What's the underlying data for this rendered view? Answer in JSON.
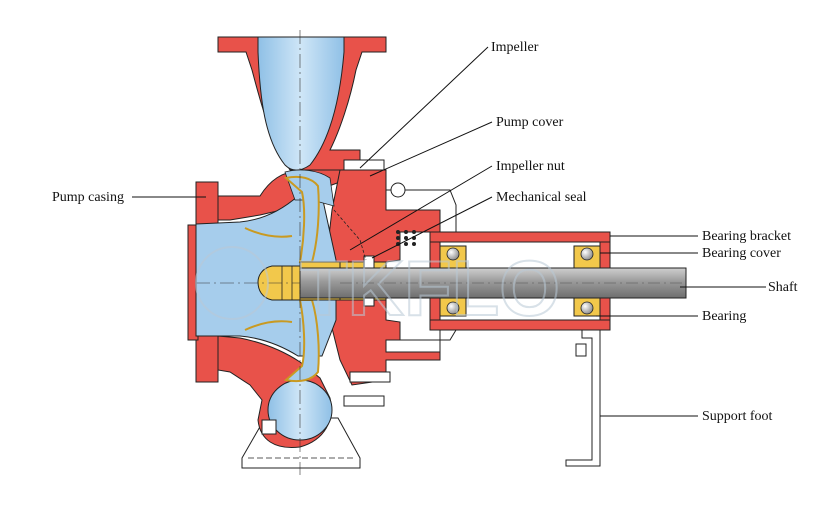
{
  "labels": {
    "impeller": "Impeller",
    "pump_cover": "Pump cover",
    "impeller_nut": "Impeller nut",
    "mechanical_seal": "Mechanical seal",
    "pump_casing": "Pump casing",
    "bearing_bracket": "Bearing bracket",
    "bearing_cover": "Bearing cover",
    "shaft": "Shaft",
    "bearing": "Bearing",
    "support_foot": "Support foot"
  },
  "watermark": "TKFLO",
  "colors": {
    "casing_red": "#e8524a",
    "fluid_blue": "#8fc0e6",
    "fluid_light": "#cfe6f7",
    "brass": "#f2c84b",
    "shaft_gray": "#8a8a8a",
    "outline": "#222222",
    "watermark": "#b9c9d6"
  }
}
